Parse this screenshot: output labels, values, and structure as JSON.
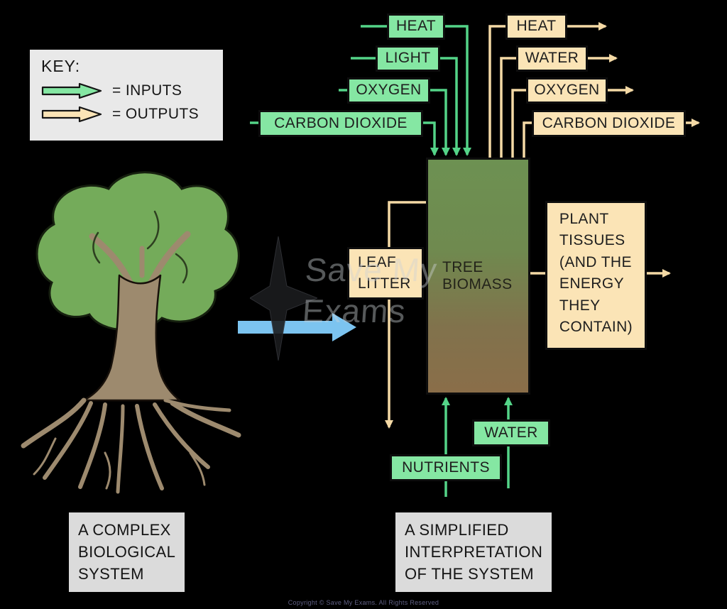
{
  "colors": {
    "background": "#000000",
    "input_green": "#85e7a3",
    "arrow_green": "#54d488",
    "output_tan": "#fbe4b6",
    "arrow_tan": "#f4d9a5",
    "key_bg": "#e9e9e9",
    "caption_bg": "#dbdbdb",
    "biomass_top": "#6d9152",
    "biomass_bottom": "#8a6e49",
    "blue_arrow": "#7cc4f0",
    "canopy_green": "#74ab5a",
    "trunk_brown": "#9d8a6e"
  },
  "icons": {
    "input_arrow": "green right-arrow (inputs)",
    "output_arrow": "tan right-arrow (outputs)",
    "transform_arrow": "blue right-arrow (tree to model)",
    "tree": "complex tree illustration",
    "star": "four-point star watermark"
  },
  "key": {
    "title": "KEY:",
    "inputs_label": "= INPUTS",
    "outputs_label": "= OUTPUTS"
  },
  "inputs_top": [
    "HEAT",
    "LIGHT",
    "OXYGEN",
    "CARBON DIOXIDE"
  ],
  "outputs_top": [
    "HEAT",
    "WATER",
    "OXYGEN",
    "CARBON DIOXIDE"
  ],
  "inputs_bottom": {
    "water": "WATER",
    "nutrients": "NUTRIENTS"
  },
  "center": {
    "tree_biomass": "TREE\nBIOMASS"
  },
  "outputs_side": {
    "leaf_litter": "LEAF\nLITTER",
    "plant_tissues": "PLANT\nTISSUES\n(AND THE\nENERGY\nTHEY\nCONTAIN)"
  },
  "captions": {
    "complex": "A COMPLEX\nBIOLOGICAL\nSYSTEM",
    "simplified": "A SIMPLIFIED\nINTERPRETATION\nOF THE SYSTEM"
  },
  "watermark": "Save My\nExams",
  "footer": "Copyright © Save My Exams. All Rights Reserved"
}
